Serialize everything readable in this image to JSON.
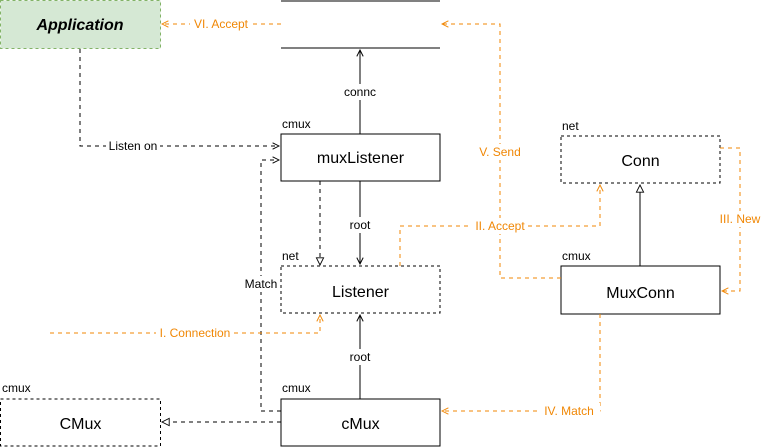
{
  "nodes": {
    "application": {
      "title": "Application",
      "fill": "#d5e8d4",
      "stroke": "#82b366"
    },
    "mux_listener": {
      "pkg": "cmux",
      "title": "muxListener"
    },
    "listener": {
      "pkg": "net",
      "title": "Listener"
    },
    "conn": {
      "pkg": "net",
      "title": "Conn"
    },
    "mux_conn": {
      "pkg": "cmux",
      "title": "MuxConn"
    },
    "cmux_interface": {
      "pkg": "cmux",
      "title": "CMux"
    },
    "cmux_impl": {
      "pkg": "cmux",
      "title": "cMux"
    }
  },
  "edges": {
    "accept_app": "VI. Accept",
    "connc": "connc",
    "listen_on": "Listen on",
    "send": "V. Send",
    "root_top": "root",
    "root_bottom": "root",
    "accept_listener": "II. Accept",
    "new_conn": "III. New",
    "match_left": "Match",
    "connection": "I. Connection",
    "match_right": "IV. Match"
  },
  "colors": {
    "accent": "#f08705",
    "line": "#000000"
  }
}
